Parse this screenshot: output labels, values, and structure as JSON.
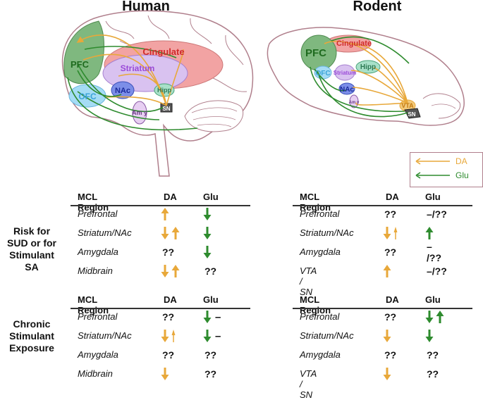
{
  "panels": {
    "human_title": "Human",
    "rodent_title": "Rodent"
  },
  "human_regions": {
    "pfc": "PFC",
    "ofc": "OFC",
    "cingulate": "Cingulate",
    "striatum": "Striatum",
    "nac": "NAc",
    "hipp": "Hipp",
    "amy": "Am y",
    "sn": "SN"
  },
  "rodent_regions": {
    "pfc": "PFC",
    "ofc": "OFC",
    "cingulate": "Cingulate",
    "striatum": "Striatum",
    "nac": "NAc",
    "hipp": "Hipp",
    "amy": "Am y",
    "vta": "VTA",
    "sn": "SN"
  },
  "legend": {
    "da_label": "DA",
    "glu_label": "Glu"
  },
  "colors": {
    "da": "#e8a83a",
    "glu": "#2e8b2e",
    "pfc_fill": "#7fb87f",
    "cingulate_fill": "#f2a3a3",
    "striatum_fill": "#c9a4e8",
    "nac_fill": "#7c8ee8",
    "ofc_fill": "#a5dcf5",
    "hipp_fill": "#a8e0c8",
    "legend_border": "#b07f8c"
  },
  "row_labels": {
    "risk": "Risk for SUD or for Stimulant SA",
    "chronic": "Chronic Stimulant Exposure"
  },
  "table_headers": {
    "region": "MCL Region",
    "da": "DA",
    "glu": "Glu"
  },
  "tables": {
    "human_risk": [
      {
        "region": "Prefrontal",
        "da": [
          "up"
        ],
        "glu": [
          "down"
        ]
      },
      {
        "region": "Striatum/NAc",
        "da": [
          "down",
          "up"
        ],
        "glu": [
          "down"
        ]
      },
      {
        "region": "Amygdala",
        "da": [
          "??"
        ],
        "glu": [
          "down"
        ]
      },
      {
        "region": "Midbrain",
        "da": [
          "down",
          "up"
        ],
        "glu": [
          "??"
        ]
      }
    ],
    "rodent_risk": [
      {
        "region": "Prefrontal",
        "da": [
          "??"
        ],
        "glu": [
          "–/??"
        ]
      },
      {
        "region": "Striatum/NAc",
        "da": [
          "down",
          "up-thin"
        ],
        "glu": [
          "up"
        ]
      },
      {
        "region": "Amygdala",
        "da": [
          "??"
        ],
        "glu": [
          "– /??"
        ]
      },
      {
        "region": "VTA / SN",
        "da": [
          "up"
        ],
        "glu": [
          "–/??"
        ]
      }
    ],
    "human_chronic": [
      {
        "region": "Prefrontal",
        "da": [
          "??"
        ],
        "glu": [
          "down",
          "–"
        ]
      },
      {
        "region": "Striatum/NAc",
        "da": [
          "down",
          "up-thin"
        ],
        "glu": [
          "down",
          "–"
        ]
      },
      {
        "region": "Amygdala",
        "da": [
          "??"
        ],
        "glu": [
          "??"
        ]
      },
      {
        "region": "Midbrain",
        "da": [
          "down"
        ],
        "glu": [
          "??"
        ]
      }
    ],
    "rodent_chronic": [
      {
        "region": "Prefrontal",
        "da": [
          "??"
        ],
        "glu": [
          "down",
          "up"
        ]
      },
      {
        "region": "Striatum/NAc",
        "da": [
          "down"
        ],
        "glu": [
          "down"
        ]
      },
      {
        "region": "Amygdala",
        "da": [
          "??"
        ],
        "glu": [
          "??"
        ]
      },
      {
        "region": "VTA / SN",
        "da": [
          "down"
        ],
        "glu": [
          "??"
        ]
      }
    ]
  }
}
